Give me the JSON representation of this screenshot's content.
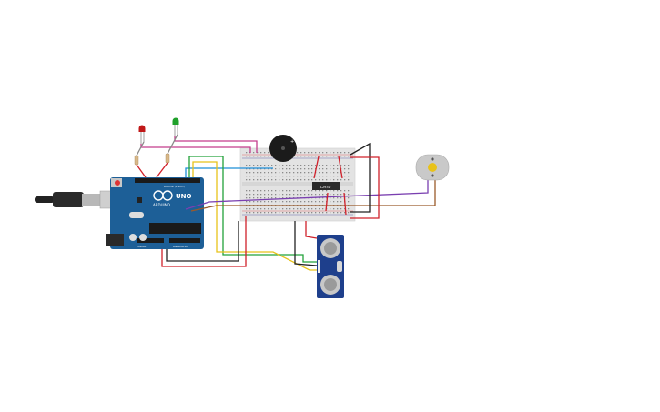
{
  "arduino": {
    "brand_text": "UNO",
    "board_text": "ARDUINO",
    "digital_label": "DIGITAL (PWM~)",
    "power_label": "POWER",
    "analog_label": "ANALOG IN"
  },
  "ic": {
    "label": "L293D"
  },
  "colors": {
    "board": "#1d5f97",
    "breadboard": "#e3e3e3",
    "wire_red": "#d0202a",
    "wire_black": "#222222",
    "wire_green": "#22a23a",
    "wire_yellow": "#e8c21a",
    "wire_purple": "#7a3fb0",
    "wire_magenta": "#c43c8c",
    "wire_blue": "#1f8fd8",
    "wire_brown": "#9a5a2a",
    "led_red": "#c01818",
    "led_green": "#1fa02a",
    "sensor": "#1e3f8c",
    "motor": "#c9c9c9"
  }
}
